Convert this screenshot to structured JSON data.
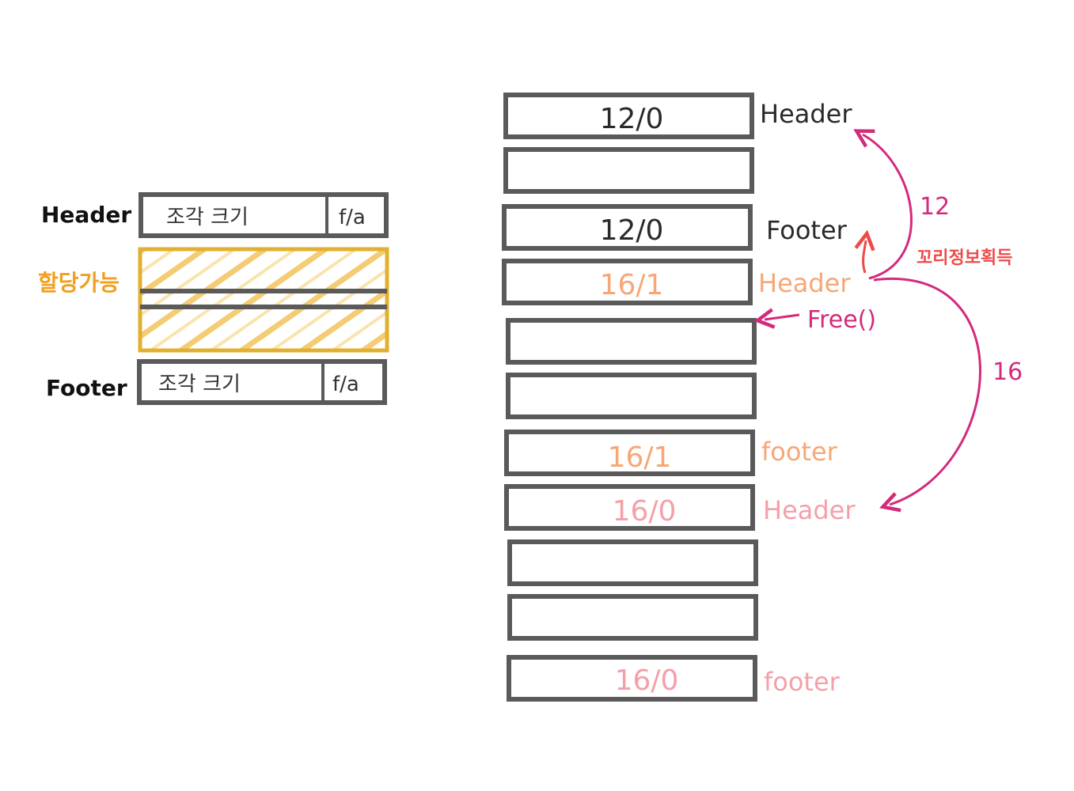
{
  "legend": {
    "header_label": "Header",
    "footer_label": "Footer",
    "payload_label": "할당가능",
    "header_size": "조각 크기",
    "header_flag": "f/a",
    "footer_size": "조각 크기",
    "footer_flag": "f/a"
  },
  "blocks": [
    {
      "text": "12/0",
      "side": "Header"
    },
    {
      "text": "",
      "side": ""
    },
    {
      "text": "12/0",
      "side": "Footer"
    },
    {
      "text": "16/1",
      "side": "Header"
    },
    {
      "text": "",
      "side": ""
    },
    {
      "text": "",
      "side": ""
    },
    {
      "text": "16/1",
      "side": "footer"
    },
    {
      "text": "16/0",
      "side": "Header"
    },
    {
      "text": "",
      "side": ""
    },
    {
      "text": "",
      "side": ""
    },
    {
      "text": "16/0",
      "side": "footer"
    }
  ],
  "annotations": {
    "up_jump": "12",
    "down_jump": "16",
    "tail_info": "꼬리정보획득",
    "free_call": "Free()"
  },
  "colors": {
    "box_stroke": "#5a5a5a",
    "allocatable_hatch": "#f2c35a",
    "allocatable_label": "#f0a020",
    "black_text": "#222222",
    "orange_text": "#f6a777",
    "pink_text": "#f4a0a8",
    "magenta_arrow": "#d42a7c",
    "red_text": "#ef4a4a"
  }
}
